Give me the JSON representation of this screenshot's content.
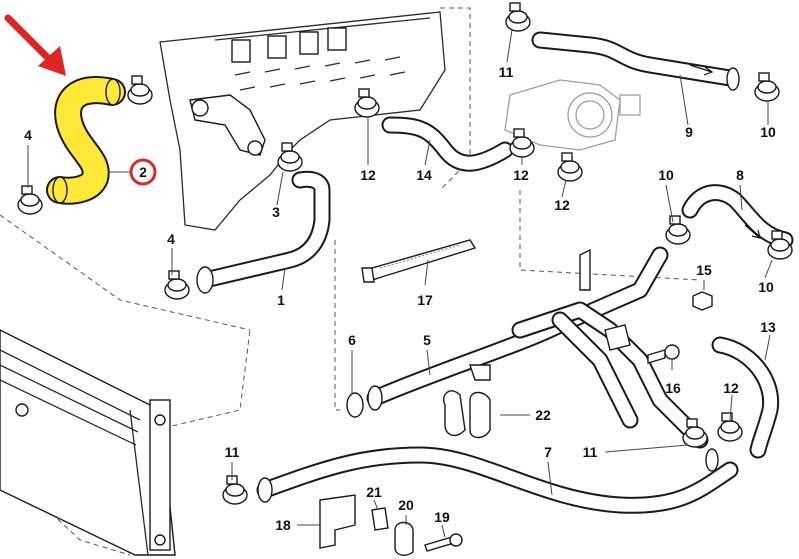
{
  "diagram": {
    "highlight_color": "#ffe838",
    "arrow_color": "#e02424",
    "circle_color": "#d92a2a",
    "labels": {
      "p1": "1",
      "p2": "2",
      "p3": "3",
      "p4a": "4",
      "p4b": "4",
      "p5": "5",
      "p6": "6",
      "p7": "7",
      "p8": "8",
      "p9": "9",
      "p10a": "10",
      "p10b": "10",
      "p10c": "10",
      "p11a": "11",
      "p11b": "11",
      "p11c": "11",
      "p12a": "12",
      "p12b": "12",
      "p12c": "12",
      "p12d": "12",
      "p13": "13",
      "p14": "14",
      "p15": "15",
      "p16": "16",
      "p17": "17",
      "p18": "18",
      "p19": "19",
      "p20": "20",
      "p21": "21",
      "p22": "22"
    }
  }
}
